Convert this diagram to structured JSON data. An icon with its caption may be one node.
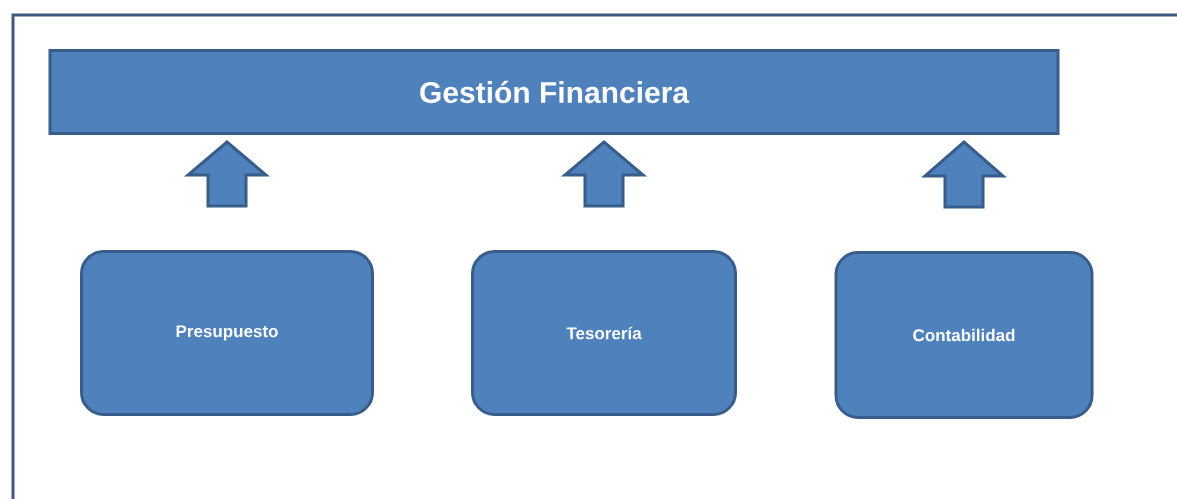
{
  "diagram": {
    "nodes": [
      {
        "text": [
          "Gestión Financiera"
        ]
      },
      {
        "text": [
          "Presupuesto"
        ]
      },
      {
        "text": [
          "Tesorería"
        ]
      },
      {
        "text": [
          "Contabilidad"
        ]
      }
    ],
    "edges": [
      {
        "from": 1,
        "to": 0,
        "arrow": "to"
      },
      {
        "from": 2,
        "to": 0,
        "arrow": "to"
      },
      {
        "from": 3,
        "to": 0,
        "arrow": "to"
      }
    ]
  }
}
